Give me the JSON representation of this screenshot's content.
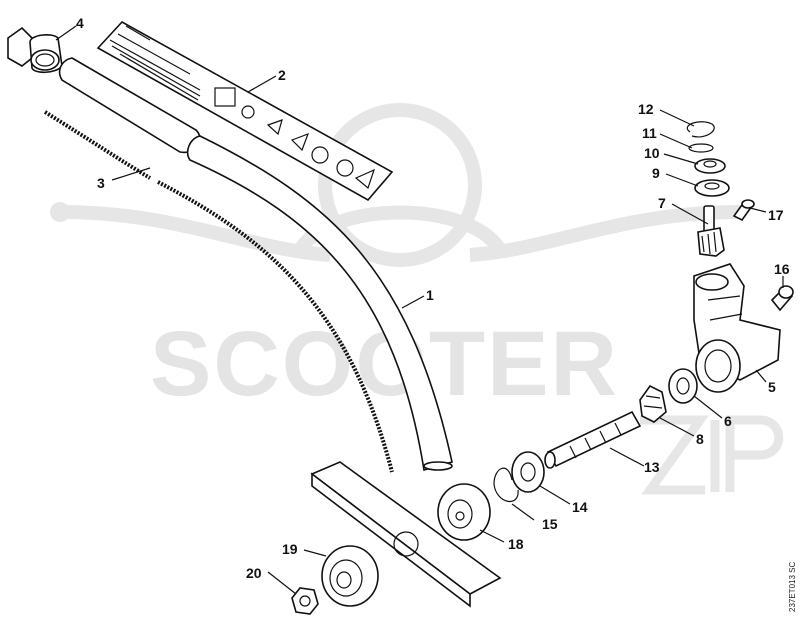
{
  "watermark": {
    "text": "SCOOTER",
    "color": "#e4e4e4"
  },
  "document_id": "237ET013 SC",
  "callouts": [
    {
      "id": "1",
      "label": "1"
    },
    {
      "id": "2",
      "label": "2"
    },
    {
      "id": "3",
      "label": "3"
    },
    {
      "id": "4",
      "label": "4"
    },
    {
      "id": "5",
      "label": "5"
    },
    {
      "id": "6",
      "label": "6"
    },
    {
      "id": "7",
      "label": "7"
    },
    {
      "id": "8",
      "label": "8"
    },
    {
      "id": "9",
      "label": "9"
    },
    {
      "id": "10",
      "label": "10"
    },
    {
      "id": "11",
      "label": "11"
    },
    {
      "id": "12",
      "label": "12"
    },
    {
      "id": "13",
      "label": "13"
    },
    {
      "id": "14",
      "label": "14"
    },
    {
      "id": "15",
      "label": "15"
    },
    {
      "id": "16",
      "label": "16"
    },
    {
      "id": "17",
      "label": "17"
    },
    {
      "id": "18",
      "label": "18"
    },
    {
      "id": "19",
      "label": "19"
    },
    {
      "id": "20",
      "label": "20"
    }
  ]
}
